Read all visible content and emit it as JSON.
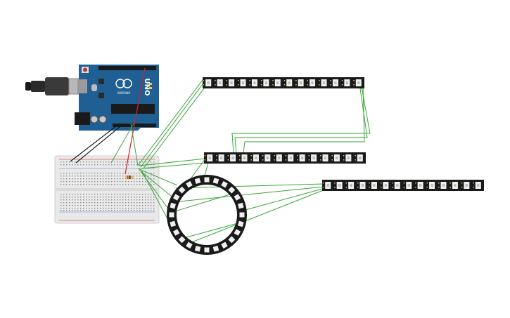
{
  "arduino": {
    "model_label": "UNO",
    "brand_label": "ARDUINO",
    "board_color": "#1f5f94",
    "header_color": "#1a1a1a"
  },
  "breadboard": {
    "color": "#e9e9e9",
    "rail_red": "#e05a5a",
    "rail_blue": "#5a7ae0"
  },
  "resistor": {
    "color": "#e7b26e"
  },
  "led_strips": [
    {
      "id": "strip-top",
      "led_count": 14
    },
    {
      "id": "strip-middle",
      "led_count": 14
    },
    {
      "id": "strip-right",
      "led_count": 14
    }
  ],
  "led_ring": {
    "led_count": 24,
    "color": "#1a1a1a"
  },
  "wire_colors": {
    "signal": "#3aa63a",
    "power": "#d4202a",
    "ground": "#1a1a1a"
  }
}
